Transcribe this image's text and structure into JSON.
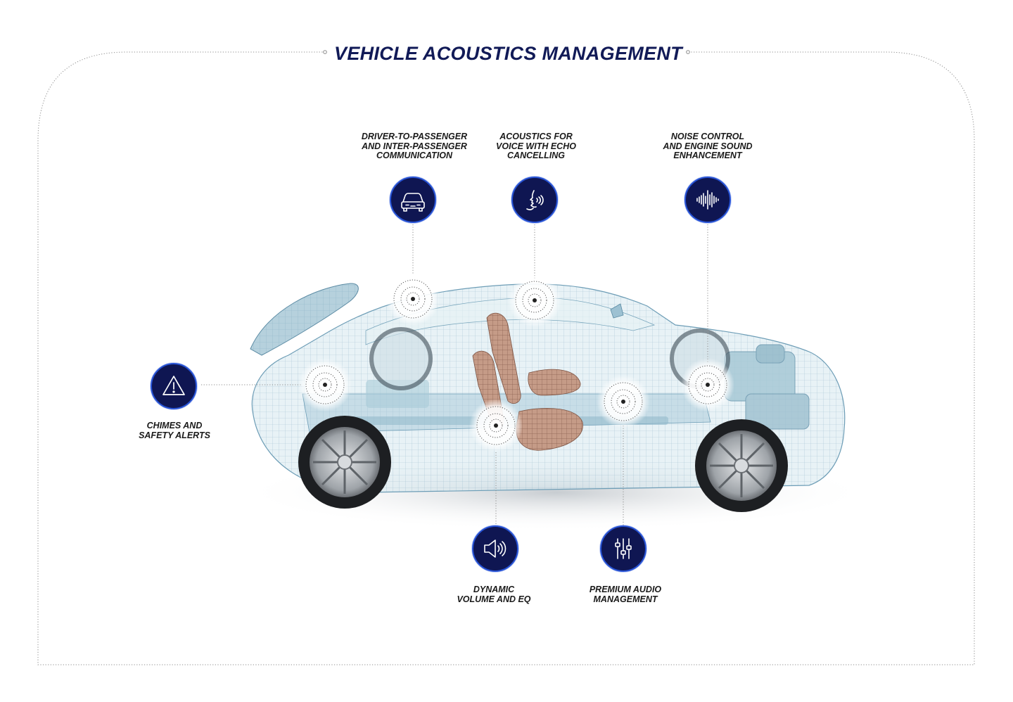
{
  "title": "VEHICLE ACOUSTICS MANAGEMENT",
  "features": {
    "communication": {
      "lines": [
        "DRIVER-TO-PASSENGER",
        "AND INTER-PASSENGER",
        "COMMUNICATION"
      ],
      "icon": "car-front-icon"
    },
    "voice": {
      "lines": [
        "ACOUSTICS FOR",
        "VOICE WITH ECHO",
        "CANCELLING"
      ],
      "icon": "speaking-face-icon"
    },
    "noise": {
      "lines": [
        "NOISE CONTROL",
        "AND ENGINE SOUND",
        "ENHANCEMENT"
      ],
      "icon": "sound-wave-icon"
    },
    "chimes": {
      "lines": [
        "CHIMES AND",
        "SAFETY ALERTS"
      ],
      "icon": "warning-triangle-icon"
    },
    "dynamic": {
      "lines": [
        "DYNAMIC",
        "VOLUME AND EQ"
      ],
      "icon": "speaker-icon"
    },
    "premium": {
      "lines": [
        "PREMIUM AUDIO",
        "MANAGEMENT"
      ],
      "icon": "mixer-sliders-icon"
    }
  },
  "colors": {
    "badge_fill": "#0f1652",
    "badge_ring": "#2753d6",
    "title": "#111a57",
    "car_wireframe": "#5e93ad",
    "seats": "#b98e7b"
  }
}
